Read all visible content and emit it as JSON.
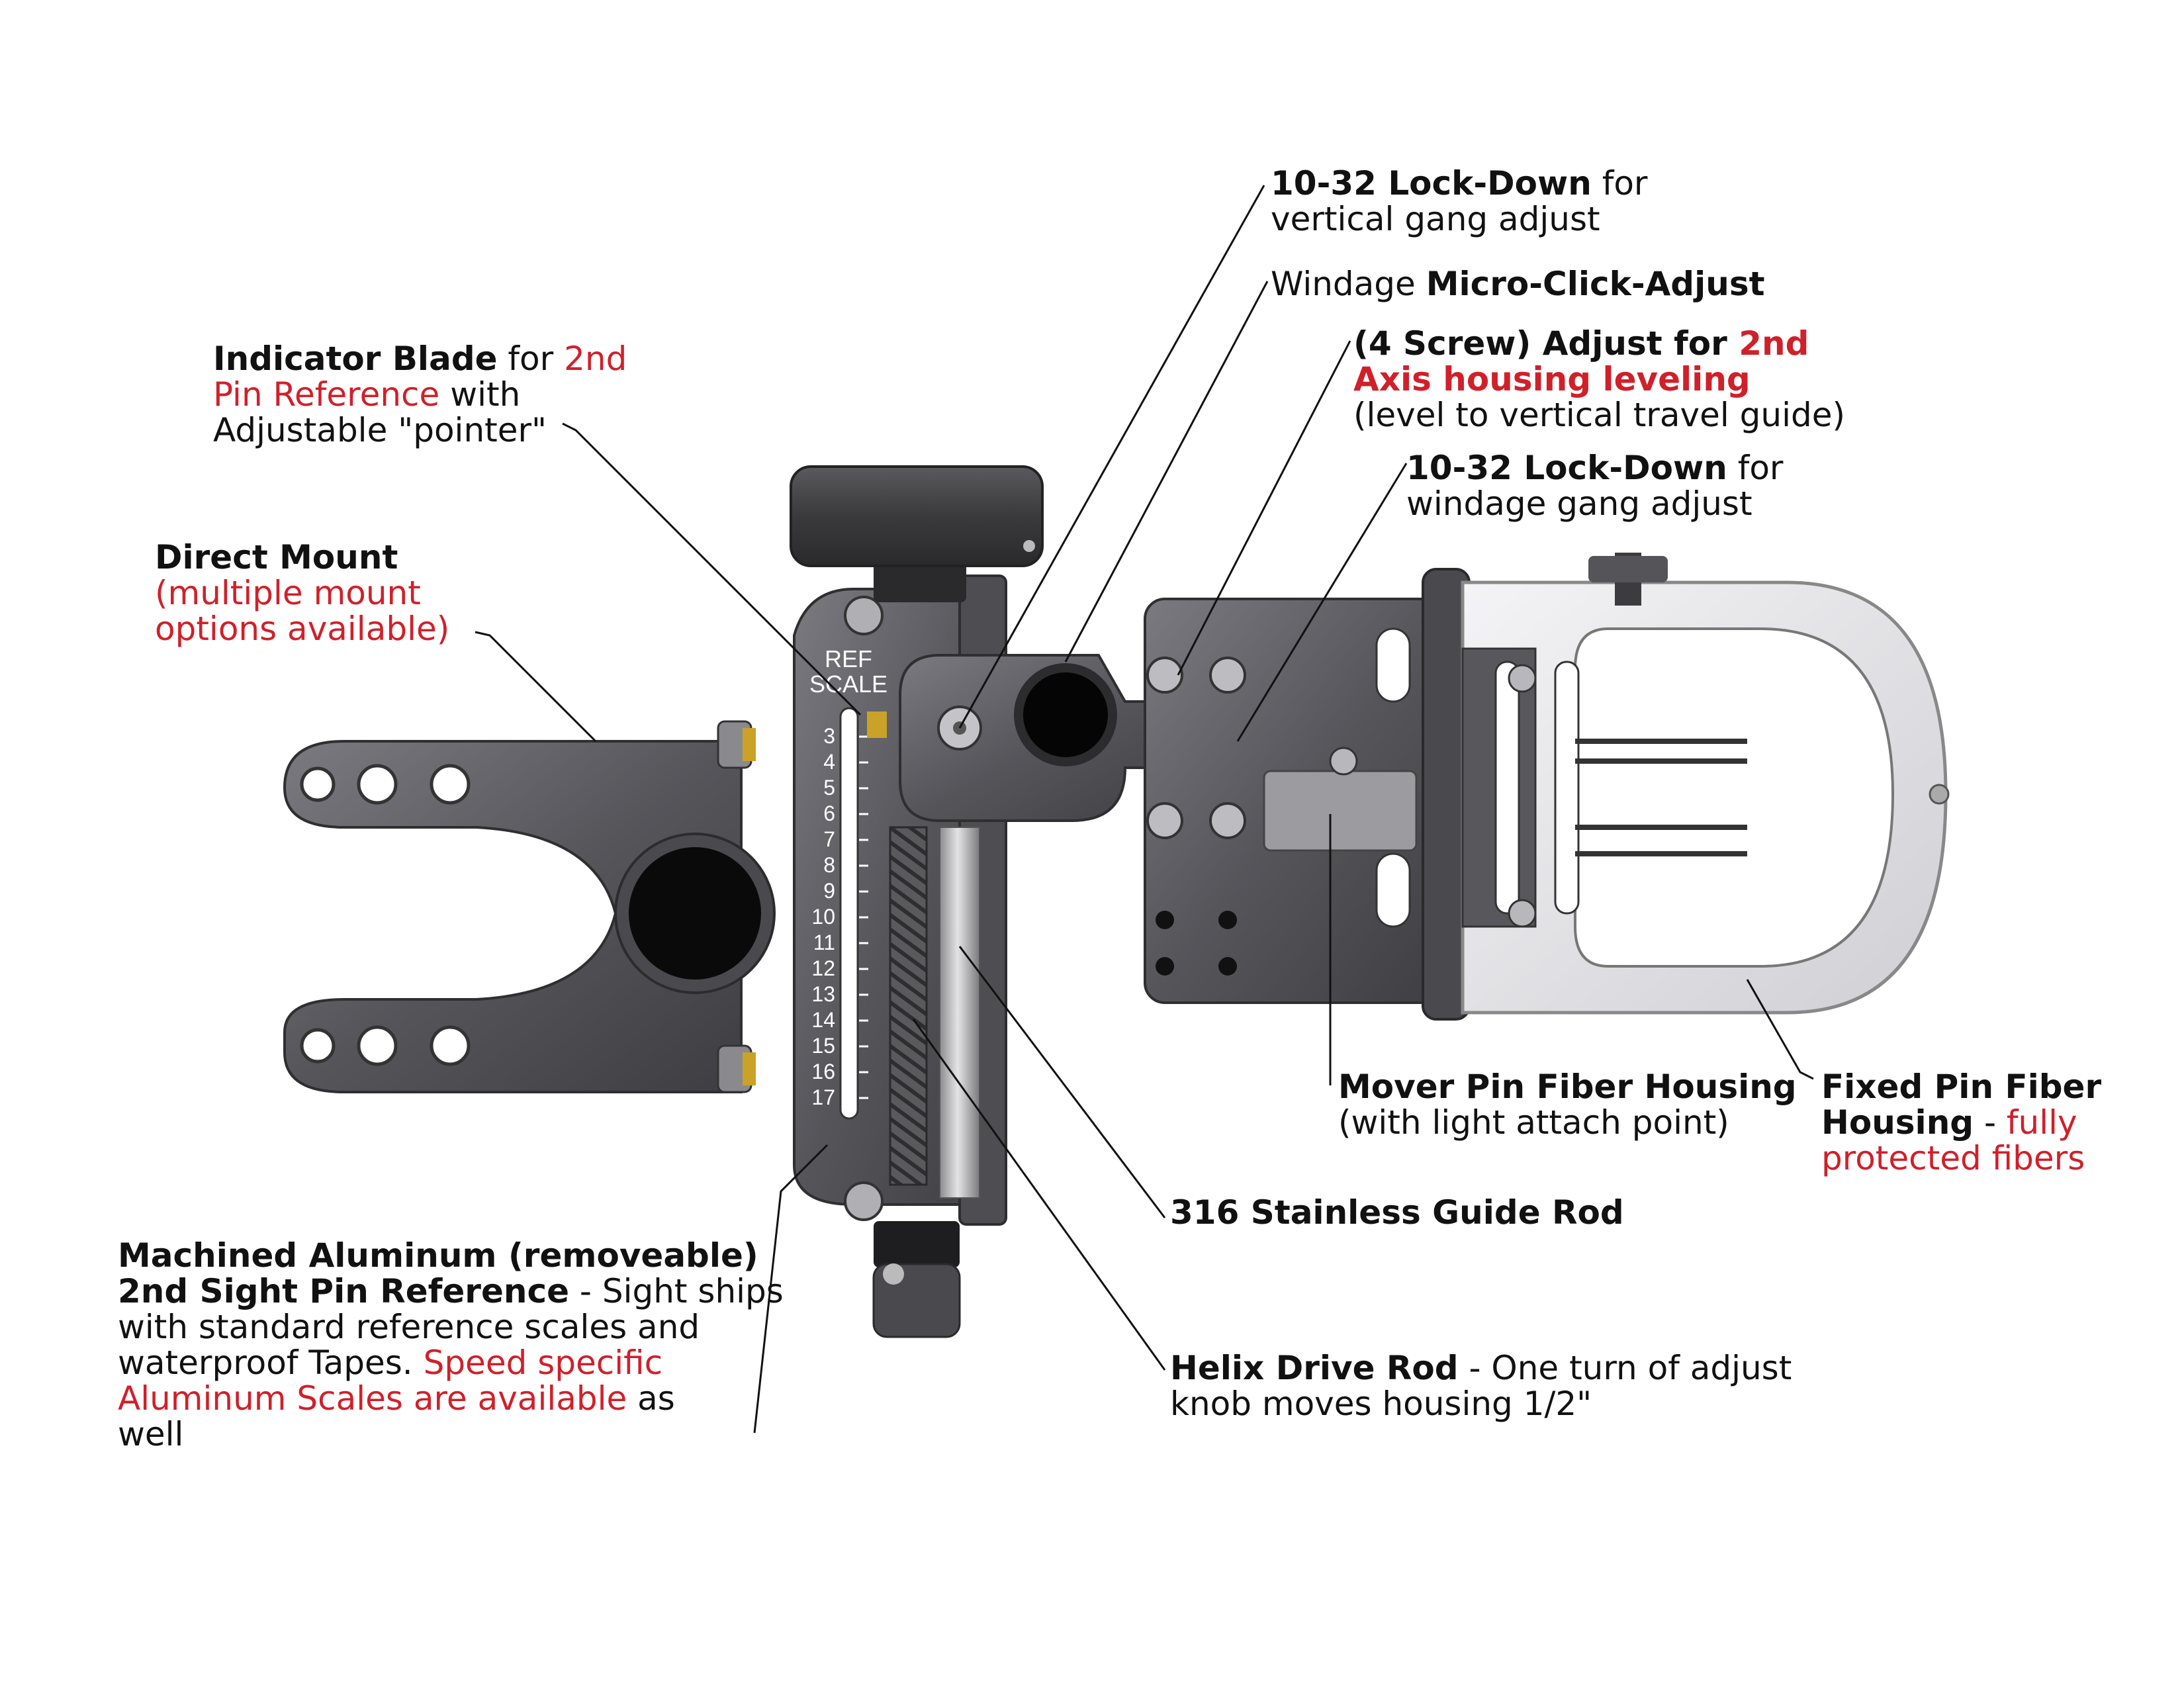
{
  "colors": {
    "accent_red": "#d0202a",
    "text": "#111111",
    "metal_dark": "#4a4a4e",
    "metal_mid": "#6e6e74",
    "metal_light": "#a8a8ae",
    "black_knob": "#1c1c1e",
    "brass": "#c9a227"
  },
  "callouts": [
    {
      "id": "lockdown-vertical",
      "lines": [
        [
          {
            "t": "10-32 Lock-Down",
            "b": true
          },
          {
            "t": " for"
          }
        ],
        [
          {
            "t": "vertical gang adjust"
          }
        ]
      ]
    },
    {
      "id": "windage-micro",
      "lines": [
        [
          {
            "t": "Windage "
          },
          {
            "t": "Micro-Click-Adjust",
            "b": true
          }
        ]
      ]
    },
    {
      "id": "four-screw",
      "lines": [
        [
          {
            "t": "(4 Screw) Adjust for ",
            "b": true
          },
          {
            "t": "2nd",
            "b": true,
            "red": true
          }
        ],
        [
          {
            "t": "Axis housing leveling",
            "b": true,
            "red": true
          }
        ],
        [
          {
            "t": "(level to vertical travel guide)"
          }
        ]
      ]
    },
    {
      "id": "lockdown-windage",
      "lines": [
        [
          {
            "t": "10-32 Lock-Down",
            "b": true
          },
          {
            "t": " for"
          }
        ],
        [
          {
            "t": "windage gang adjust"
          }
        ]
      ]
    },
    {
      "id": "indicator-blade",
      "lines": [
        [
          {
            "t": "Indicator Blade",
            "b": true
          },
          {
            "t": " for "
          },
          {
            "t": "2nd",
            "red": true
          }
        ],
        [
          {
            "t": "Pin Reference",
            "red": true
          },
          {
            "t": " with"
          }
        ],
        [
          {
            "t": "Adjustable \"pointer\""
          }
        ]
      ]
    },
    {
      "id": "direct-mount",
      "lines": [
        [
          {
            "t": "Direct Mount",
            "b": true
          }
        ],
        [
          {
            "t": "(multiple mount",
            "red": true
          }
        ],
        [
          {
            "t": "options available)",
            "red": true
          }
        ]
      ]
    },
    {
      "id": "mover-pin",
      "lines": [
        [
          {
            "t": "Mover Pin Fiber Housing",
            "b": true
          }
        ],
        [
          {
            "t": "(with light attach point)"
          }
        ]
      ]
    },
    {
      "id": "fixed-pin",
      "lines": [
        [
          {
            "t": "Fixed Pin Fiber",
            "b": true
          }
        ],
        [
          {
            "t": "Housing",
            "b": true
          },
          {
            "t": " - "
          },
          {
            "t": "fully",
            "red": true
          }
        ],
        [
          {
            "t": "protected fibers",
            "red": true
          }
        ]
      ]
    },
    {
      "id": "guide-rod",
      "lines": [
        [
          {
            "t": "316 Stainless Guide Rod",
            "b": true
          }
        ]
      ]
    },
    {
      "id": "machined-aluminum",
      "lines": [
        [
          {
            "t": "Machined Aluminum (removeable)",
            "b": true
          }
        ],
        [
          {
            "t": "2nd Sight Pin Reference",
            "b": true
          },
          {
            "t": " - Sight ships"
          }
        ],
        [
          {
            "t": "with standard reference scales and"
          }
        ],
        [
          {
            "t": "waterproof Tapes.  "
          },
          {
            "t": "Speed specific",
            "red": true
          }
        ],
        [
          {
            "t": "Aluminum Scales are available",
            "red": true
          },
          {
            "t": " as"
          }
        ],
        [
          {
            "t": "well"
          }
        ]
      ]
    },
    {
      "id": "helix-drive",
      "lines": [
        [
          {
            "t": "Helix Drive Rod",
            "b": true
          },
          {
            "t": " - One turn of adjust"
          }
        ],
        [
          {
            "t": "knob moves housing 1/2\""
          }
        ]
      ]
    }
  ],
  "scale": {
    "header": [
      "REF",
      "SCALE"
    ],
    "numbers": [
      "3",
      "4",
      "5",
      "6",
      "7",
      "8",
      "9",
      "10",
      "11",
      "12",
      "13",
      "14",
      "15",
      "16",
      "17"
    ]
  }
}
